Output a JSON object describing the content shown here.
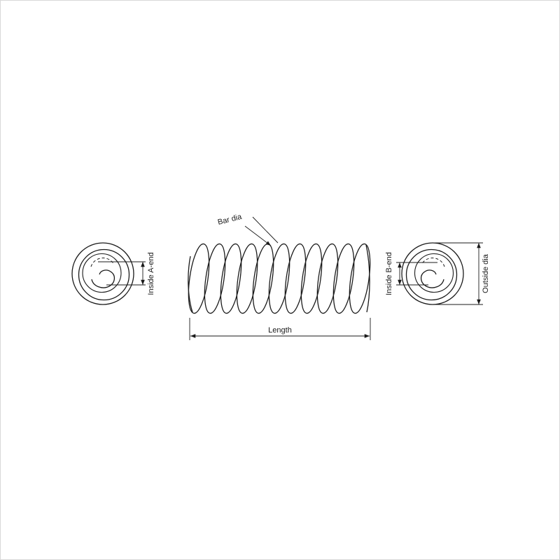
{
  "diagram": {
    "labels": {
      "bar_dia": "Bar dia",
      "length": "Length",
      "inside_a_end": "Inside A-end",
      "inside_b_end": "Inside B-end",
      "outside_dia": "Outside dia"
    },
    "colors": {
      "line": "#1a1a1a",
      "background": "#ffffff",
      "frame_border": "#d8d8d8"
    }
  }
}
